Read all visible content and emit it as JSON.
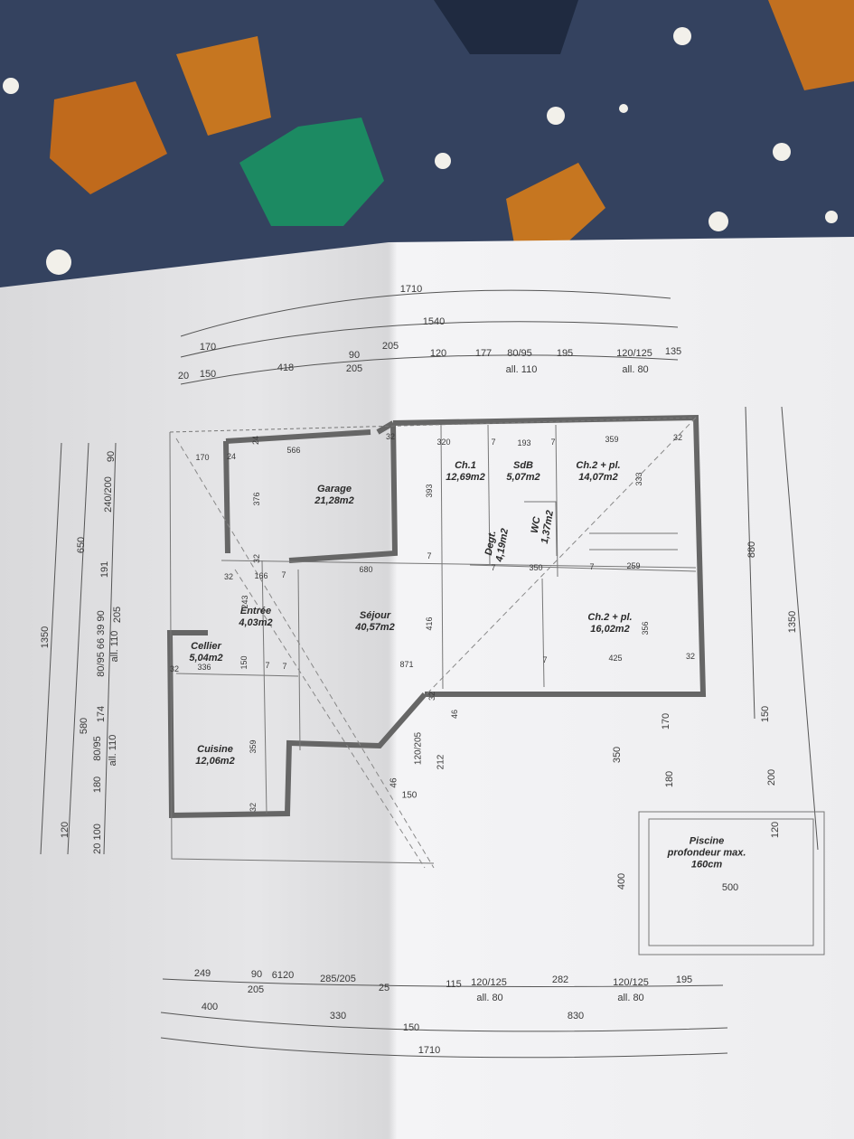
{
  "rooms": {
    "garage": {
      "name": "Garage",
      "area": "21,28m2"
    },
    "ch1": {
      "name": "Ch.1",
      "area": "12,69m2"
    },
    "sdb": {
      "name": "SdB",
      "area": "5,07m2"
    },
    "ch2a": {
      "name": "Ch.2 + pl.",
      "area": "14,07m2"
    },
    "degt": {
      "name": "Degt.",
      "area": "4,19m2"
    },
    "wc": {
      "name": "WC",
      "area": "1,37m2"
    },
    "entree": {
      "name": "Entrée",
      "area": "4,03m2"
    },
    "sejour": {
      "name": "Séjour",
      "area": "40,57m2"
    },
    "ch2b": {
      "name": "Ch.2 + pl.",
      "area": "16,02m2"
    },
    "cellier": {
      "name": "Cellier",
      "area": "5,04m2"
    },
    "cuisine": {
      "name": "Cuisine",
      "area": "12,06m2"
    },
    "piscine": {
      "name": "Piscine",
      "line2": "profondeur max.",
      "line3": "160cm"
    }
  },
  "dims_top": [
    "1710",
    "1540",
    "170",
    "90",
    "205",
    "120",
    "177",
    "80/95",
    "195",
    "120/125",
    "135",
    "20",
    "150",
    "418",
    "205",
    "all. 110",
    "all. 80"
  ],
  "dims_bottom": [
    "249",
    "90",
    "6120",
    "285/205",
    "25",
    "205",
    "115",
    "120/125",
    "all. 80",
    "282",
    "120/125",
    "all. 80",
    "195",
    "400",
    "330",
    "150",
    "830",
    "1710"
  ],
  "dims_left": [
    "1350",
    "580",
    "650",
    "120",
    "20 100",
    "180",
    "80/95",
    "all. 110",
    "174",
    "80/95 66 39 90",
    "all. 110",
    "205",
    "191",
    "240/200",
    "90"
  ],
  "dims_right": [
    "880",
    "1350",
    "150",
    "200",
    "120",
    "350",
    "170",
    "180",
    "400",
    "500"
  ],
  "dims_interior": [
    "170",
    "24",
    "24",
    "566",
    "32",
    "376",
    "32",
    "166",
    "7",
    "680",
    "32",
    "243",
    "150",
    "336",
    "7",
    "359",
    "32",
    "871",
    "416",
    "320",
    "7",
    "193",
    "7",
    "359",
    "393",
    "333",
    "7",
    "350",
    "7",
    "259",
    "356",
    "425",
    "7",
    "32",
    "32",
    "32",
    "46",
    "120/205",
    "212",
    "46",
    "150",
    "7",
    "7",
    "32"
  ]
}
